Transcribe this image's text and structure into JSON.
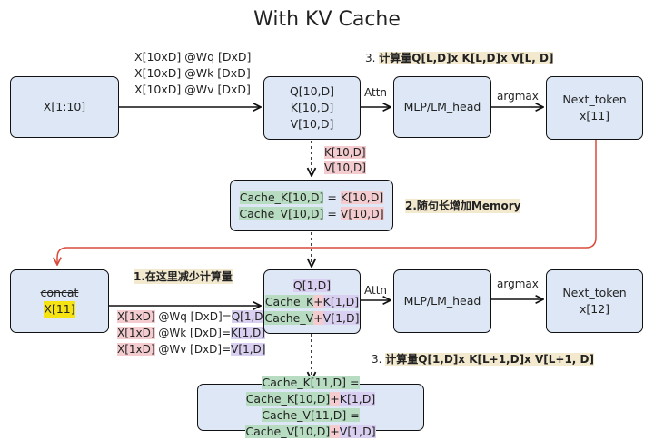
{
  "title": "With KV Cache",
  "top": {
    "input_box": "X[1:10]",
    "proj_labels": [
      "X[10xD] @Wq [DxD]",
      "X[10xD] @Wk [DxD]",
      "X[10xD] @Wv [DxD]"
    ],
    "qkv_box": [
      "Q[10,D]",
      "K[10,D]",
      "V[10,D]"
    ],
    "attn_label": "Attn",
    "mlp_box": "MLP/LM_head",
    "argmax_label": "argmax",
    "next_box": [
      "Next_token",
      "x[11]"
    ],
    "compute_note_prefix": "3. ",
    "compute_note": "计算量Q[L,D]x K[L,D]x V[L, D]",
    "kv_out": [
      "K[10,D]",
      "V[10,D]"
    ],
    "cache_box": [
      {
        "a": "Cache_K[10,D]",
        "eq": " = ",
        "b": "K[10,D]"
      },
      {
        "a": "Cache_V[10,D]",
        "eq": " = ",
        "b": "V[10,D]"
      }
    ],
    "memory_note": "2.随句长增加Memory"
  },
  "bottom": {
    "input_box": [
      "concat",
      "X[11]"
    ],
    "reduce_note": "1.在这里减少计算量",
    "proj_lines": [
      {
        "x": "X[1xD]",
        "mid": " @Wq [DxD]=",
        "out": "Q[1,D]"
      },
      {
        "x": "X[1xD]",
        "mid": " @Wk [DxD]=",
        "out": "K[1,D]"
      },
      {
        "x": "X[1xD]",
        "mid": " @Wv [DxD]=",
        "out": "V[1,D]"
      }
    ],
    "qkv_box": {
      "q": "Q[1,D]",
      "k_cache": "Cache_K",
      "k_plus": "+",
      "k_new": "K[1,D]",
      "v_cache": "Cache_V",
      "v_plus": "+",
      "v_new": "V[1,D]"
    },
    "attn_label": "Attn",
    "mlp_box": "MLP/LM_head",
    "argmax_label": "argmax",
    "next_box": [
      "Next_token",
      "x[12]"
    ],
    "compute_note_prefix": "3. ",
    "compute_note": "计算量Q[1,D]x K[L+1,D]x V[L+1, D]",
    "cache_box": [
      {
        "a": "Cache_K[11,D] = Cache_K[10,D]",
        "plus": "+",
        "b": "K[1,D]"
      },
      {
        "a": "Cache_V[11,D] = Cache_V[10,D]",
        "plus": "+",
        "b": "V[1,D]"
      }
    ]
  },
  "colors": {
    "box_fill": "#dde7f5",
    "q_purple": "#d9cff0",
    "kv_pink": "#f4cccf",
    "cache_green": "#b7dcc1",
    "note_beige": "#f2e9cf",
    "x_yellow": "#f6e313",
    "feedback_red": "#d94a3a"
  }
}
